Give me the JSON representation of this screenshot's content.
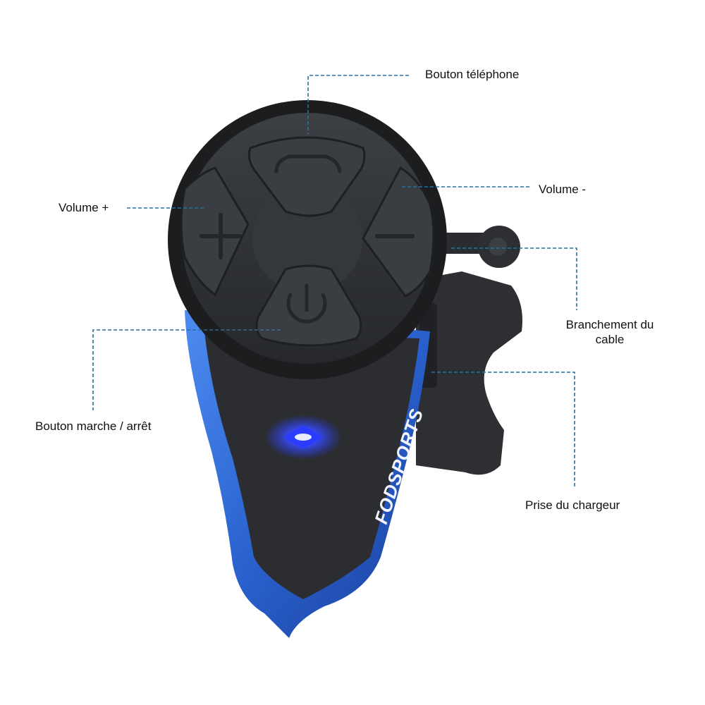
{
  "labels": {
    "phone_button": "Bouton téléphone",
    "volume_up": "Volume +",
    "volume_down": "Volume -",
    "cable_line1": "Branchement du",
    "cable_line2": "cable",
    "power_button": "Bouton marche / arrêt",
    "charger_port": "Prise du chargeur"
  },
  "device": {
    "brand": "FODSPORTS"
  },
  "colors": {
    "accent_blue": "#2f6fd6",
    "body_dark": "#2c2e31",
    "leader_line": "#2a6f9e",
    "led": "#2b3cff"
  },
  "icons": [
    "phone-icon",
    "plus-icon",
    "minus-icon",
    "power-icon",
    "led-indicator"
  ]
}
